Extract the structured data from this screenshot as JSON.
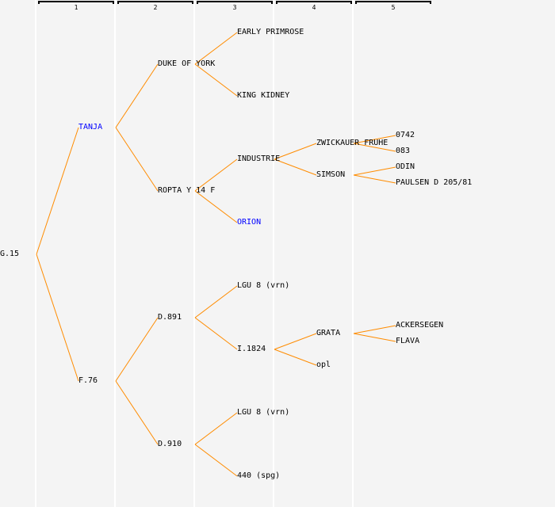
{
  "columns": [
    "1",
    "2",
    "3",
    "4",
    "5"
  ],
  "colors": {
    "line": "#ff8c00",
    "highlight": "#0000ff",
    "text": "#000000",
    "background": "#f4f4f4"
  },
  "tree": {
    "name": "G.15",
    "children": [
      {
        "name": "TANJA",
        "highlight": true,
        "children": [
          {
            "name": "DUKE OF YORK",
            "children": [
              {
                "name": "EARLY PRIMROSE"
              },
              {
                "name": "KING KIDNEY"
              }
            ]
          },
          {
            "name": "ROPTA Y 14 F",
            "children": [
              {
                "name": "INDUSTRIE",
                "children": [
                  {
                    "name": "ZWICKAUER FRUHE",
                    "children": [
                      {
                        "name": "0742"
                      },
                      {
                        "name": "083"
                      }
                    ]
                  },
                  {
                    "name": "SIMSON",
                    "children": [
                      {
                        "name": "ODIN"
                      },
                      {
                        "name": "PAULSEN D 205/81"
                      }
                    ]
                  }
                ]
              },
              {
                "name": "ORION",
                "highlight": true
              }
            ]
          }
        ]
      },
      {
        "name": "F.76",
        "children": [
          {
            "name": "D.891",
            "children": [
              {
                "name": "LGU 8 (vrn)"
              },
              {
                "name": "I.1824",
                "children": [
                  {
                    "name": "GRATA",
                    "children": [
                      {
                        "name": "ACKERSEGEN"
                      },
                      {
                        "name": "FLAVA"
                      }
                    ]
                  },
                  {
                    "name": "opl"
                  }
                ]
              }
            ]
          },
          {
            "name": "D.910",
            "children": [
              {
                "name": "LGU 8 (vrn)"
              },
              {
                "name": "440 (spg)"
              }
            ]
          }
        ]
      }
    ]
  }
}
